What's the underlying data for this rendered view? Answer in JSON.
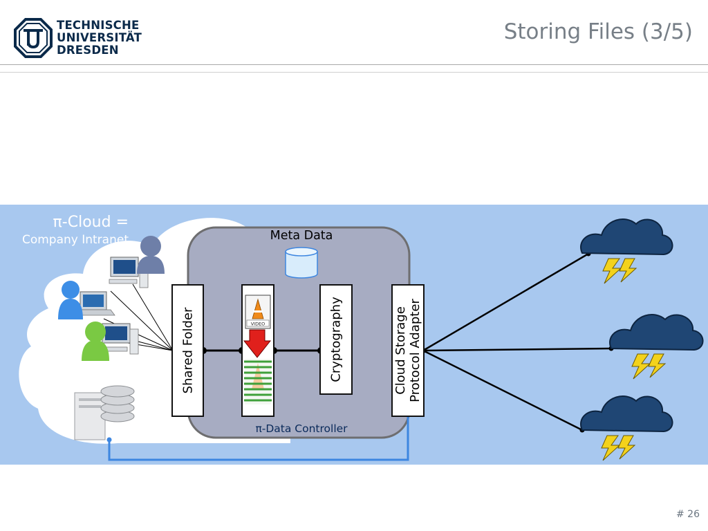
{
  "header": {
    "logo_lines": [
      "TECHNISCHE",
      "UNIVERSITÄT",
      "DRESDEN"
    ],
    "title": "Storing Files (3/5)"
  },
  "diagram": {
    "cloud_title": "π-Cloud =",
    "cloud_subtitle": "Company Intranet",
    "meta_data_label": "Meta Data",
    "controller_label": "π-Data Controller",
    "shared_folder_label": "Shared Folder",
    "cryptography_label": "Cryptography",
    "adapter_label_line1": "Cloud Storage",
    "adapter_label_line2": "Protocol Adapter",
    "file_icon_text": "VIDEO",
    "colors": {
      "band": "#a8c8ef",
      "controller_fill": "#a7acc2",
      "storm_cloud": "#1f4674",
      "lightning": "#f3d21c",
      "arrow": "#e0201c",
      "link_line": "#3d86e0"
    }
  },
  "footer": {
    "page_number": "# 26"
  }
}
